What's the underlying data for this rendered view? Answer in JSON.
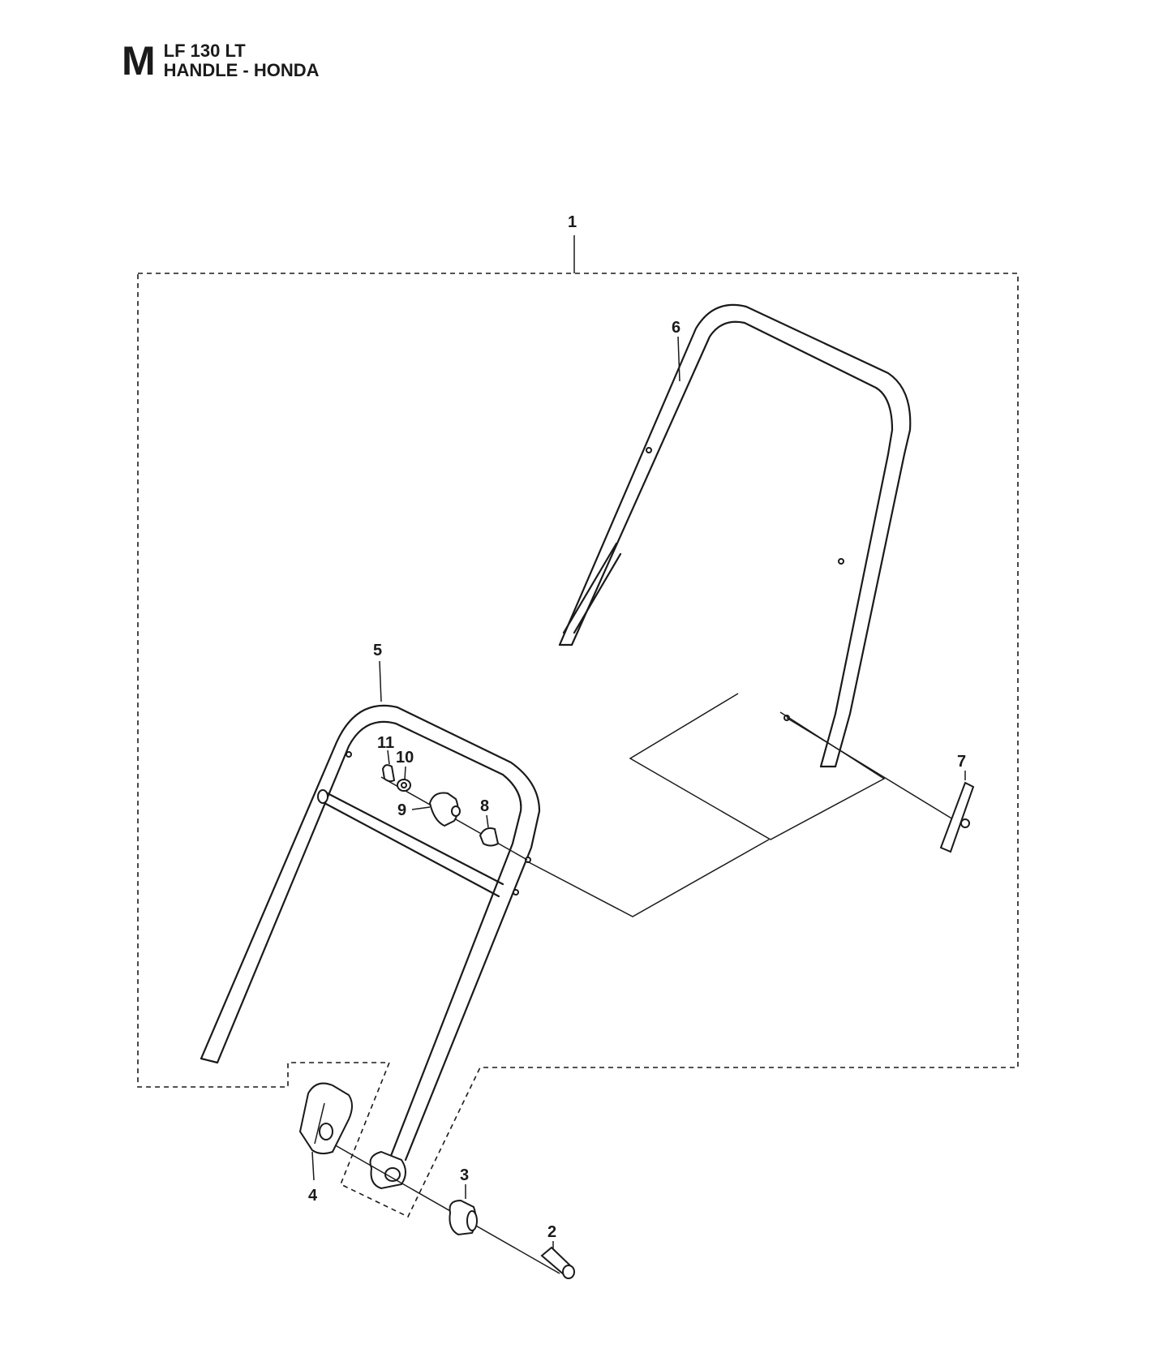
{
  "header": {
    "section_letter": "M",
    "model": "LF 130 LT",
    "title": "HANDLE - HONDA"
  },
  "callouts": [
    {
      "id": "1",
      "label": "1"
    },
    {
      "id": "2",
      "label": "2"
    },
    {
      "id": "3",
      "label": "3"
    },
    {
      "id": "4",
      "label": "4"
    },
    {
      "id": "5",
      "label": "5"
    },
    {
      "id": "6",
      "label": "6"
    },
    {
      "id": "7",
      "label": "7"
    },
    {
      "id": "8",
      "label": "8"
    },
    {
      "id": "9",
      "label": "9"
    },
    {
      "id": "10",
      "label": "10"
    },
    {
      "id": "11",
      "label": "11"
    }
  ]
}
